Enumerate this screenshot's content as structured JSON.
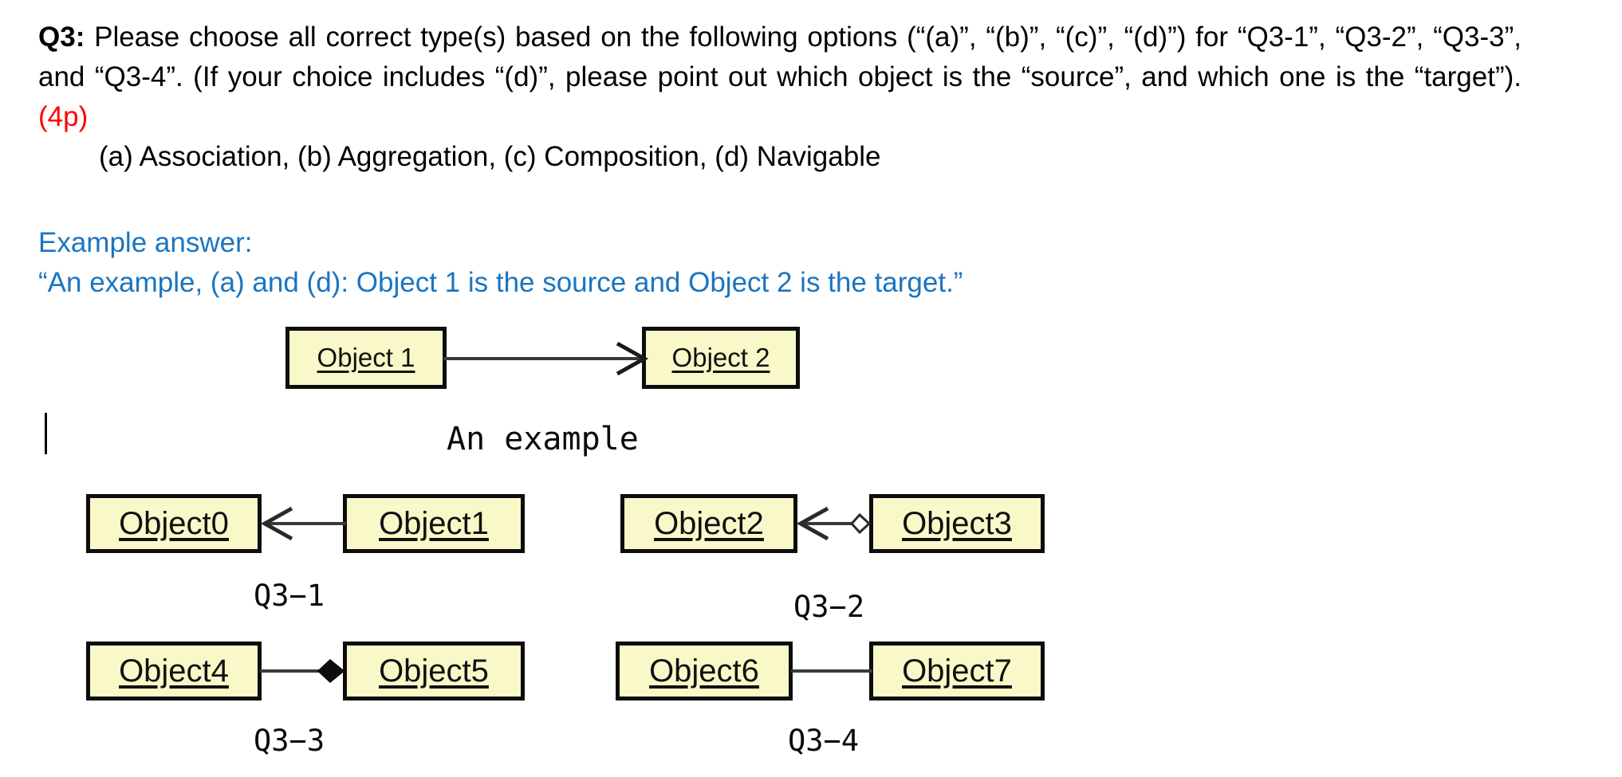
{
  "question": {
    "label": "Q3:",
    "body": " Please choose all correct type(s) based on the following options (“(a)”, “(b)”, “(c)”, “(d)”) for “Q3-1”, “Q3-2”, “Q3-3”, and “Q3-4”. (If your choice includes “(d)”, please point out which object is the “source”, and which one is the “target”). ",
    "points": "(4p)",
    "points_color": "#ff0000",
    "options_line": "(a)  Association, (b) Aggregation, (c) Composition, (d) Navigable"
  },
  "example_answer": {
    "heading": "Example answer:",
    "text": "“An example, (a) and (d): Object 1 is the source and Object 2 is the target.”",
    "color": "#1a75c0"
  },
  "example_diagram": {
    "caption": "An example",
    "source_box": "Object 1",
    "target_box": "Object 2",
    "connector": "open-arrow-right"
  },
  "diagrams": [
    {
      "id": "q3-1",
      "caption": "Q3−1",
      "left_box": "Object0",
      "right_box": "Object1",
      "connector": "open-arrow-left"
    },
    {
      "id": "q3-2",
      "caption": "Q3−2",
      "left_box": "Object2",
      "right_box": "Object3",
      "connector": "open-arrow-left-hollow-diamond-right"
    },
    {
      "id": "q3-3",
      "caption": "Q3−3",
      "left_box": "Object4",
      "right_box": "Object5",
      "connector": "filled-diamond-right"
    },
    {
      "id": "q3-4",
      "caption": "Q3−4",
      "left_box": "Object6",
      "right_box": "Object7",
      "connector": "plain-line"
    }
  ],
  "style": {
    "box_fill": "#f9f8c8",
    "box_border": "#0d0d0d",
    "line_color": "#3a3a3a"
  }
}
